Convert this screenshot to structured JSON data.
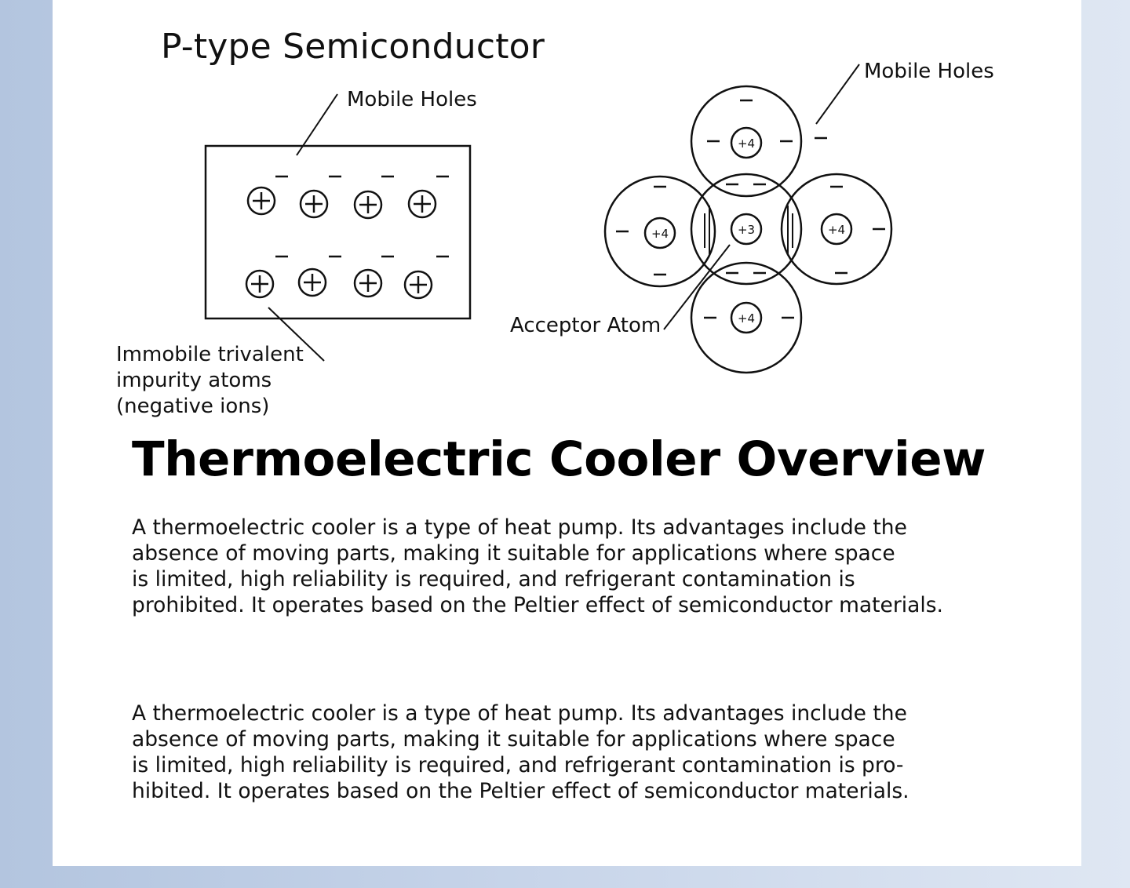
{
  "diagram": {
    "title": "P-type Semiconductor",
    "left_labels": {
      "mobile_holes": "Mobile Holes",
      "immobile": [
        "Immobile trivalent",
        "impurity atoms",
        "(negative ions)"
      ]
    },
    "right_labels": {
      "mobile_holes": "Mobile Holes",
      "acceptor_atom": "Acceptor Atom"
    },
    "atoms": {
      "center": "+3",
      "neighbors": [
        "+4",
        "+4",
        "+4",
        "+4"
      ]
    },
    "ion_symbol": "⊕",
    "hole_symbol": "−"
  },
  "article": {
    "title": "Thermoelectric Cooler Overview",
    "paragraph1": [
      "A thermoelectric cooler is a type of heat pump. Its advantages include the",
      "absence of moving parts, making it suitable for applications where space",
      "is limited, high reliability is required, and refrigerant contamination is",
      "prohibited. It operates based on the Peltier effect of semiconductor materials."
    ],
    "paragraph2": [
      "A thermoelectric cooler is a type of heat pump. Its advantages include the",
      "absence of moving parts, making it suitable for applications where space",
      "is limited, high reliability is required, and refrigerant contamination is pro-",
      "hibited. It operates based on the Peltier effect of semiconductor materials."
    ]
  },
  "colors": {
    "ink": "#111111",
    "panel": "#ffffff",
    "background": "#c4d2e8"
  }
}
